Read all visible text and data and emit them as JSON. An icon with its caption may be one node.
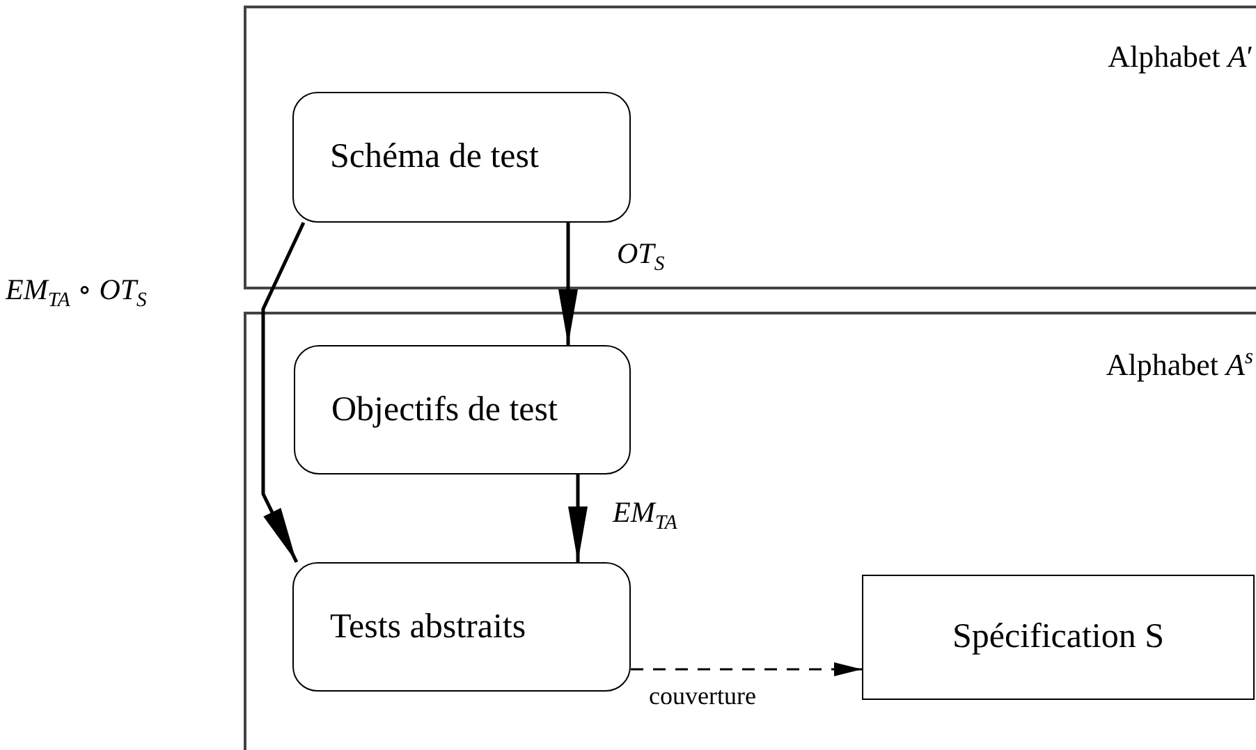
{
  "diagram": {
    "nodes": [
      {
        "text": [
          "Alphabet *A*′"
        ]
      },
      {
        "text": [
          "Schéma de test"
        ],
        "in": 0
      },
      {
        "text": [
          "Alphabet *A*$^{s}$"
        ]
      },
      {
        "text": [
          "Objectifs de test"
        ],
        "in": 2
      },
      {
        "text": [
          "Tests abstraits"
        ],
        "in": 2
      },
      {
        "text": [
          "Spécification S"
        ],
        "in": 2
      }
    ],
    "edges": [
      {
        "from": 1,
        "to": 3,
        "arrow": "to",
        "label": "*OT*$_{S}$"
      },
      {
        "from": 3,
        "to": 4,
        "arrow": "to",
        "label": "*EM*$_{TA}$"
      },
      {
        "from": 1,
        "to": 4,
        "arrow": "to",
        "label": "*EM*$_{TA}$ ∘ *OT*$_{S}$"
      },
      {
        "from": 4,
        "to": 5,
        "arrow": "to",
        "label": "couverture",
        "style": "dashed"
      }
    ]
  }
}
